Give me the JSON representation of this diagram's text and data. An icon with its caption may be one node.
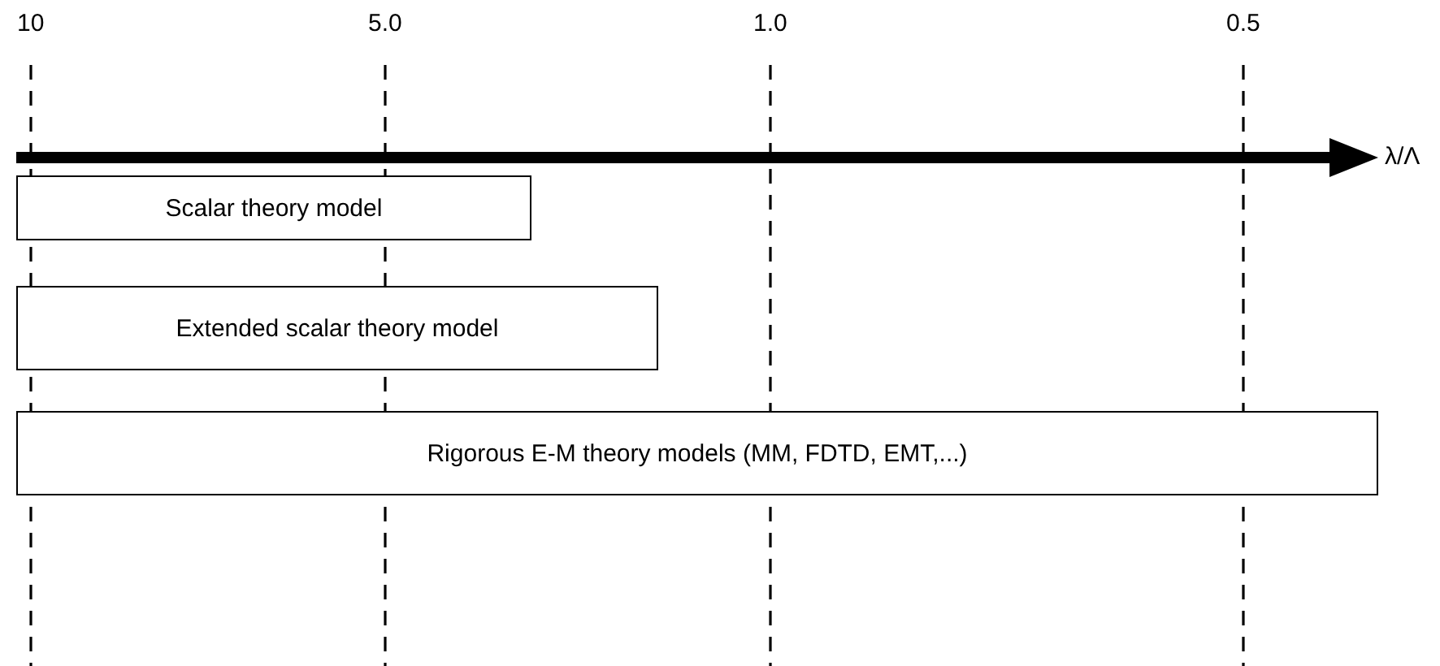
{
  "diagram": {
    "nodes": [
      {
        "text": [
          "Scalar theory model"
        ]
      },
      {
        "text": [
          "Extended scalar theory model"
        ]
      },
      {
        "text": [
          "Rigorous E-M theory models (MM, FDTD, EMT,...)"
        ]
      }
    ],
    "labels": [
      "10",
      "5.0",
      "1.0",
      "0.5",
      "λ/Λ"
    ]
  }
}
